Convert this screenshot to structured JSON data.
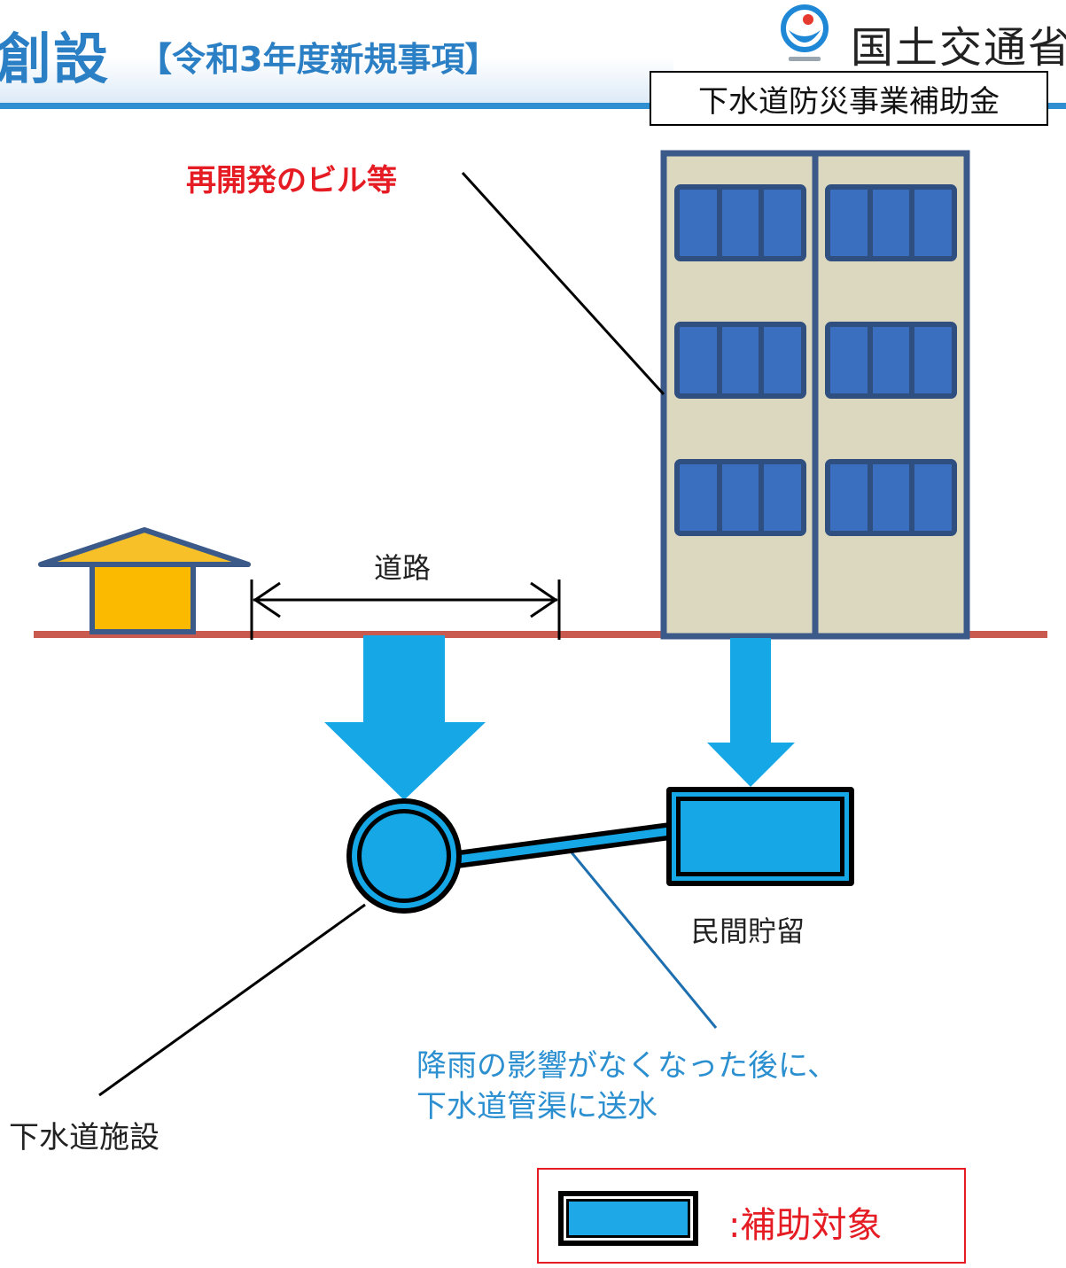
{
  "header": {
    "title_main": "創設",
    "title_sub": "【令和3年度新規事項】",
    "ministry": "国土交通省",
    "program": "下水道防災事業補助金"
  },
  "labels": {
    "building": "再開発のビル等",
    "road": "道路",
    "storage": "民間貯留",
    "sewer_facility": "下水道施設",
    "note_line1": "降雨の影響がなくなった後に、",
    "note_line2": "下水道管渠に送水"
  },
  "legend": {
    "label": ":補助対象"
  },
  "colors": {
    "title_blue": "#2b7fc4",
    "ground": "#c85a50",
    "flow_arrow": "#16a7e6",
    "building_wall": "#dcd8c0",
    "window": "#3a6fbf",
    "house_roof": "#f7c028",
    "house_wall": "#fbb900",
    "callout_red": "#e51c23",
    "note_blue": "#2b8fd0"
  }
}
